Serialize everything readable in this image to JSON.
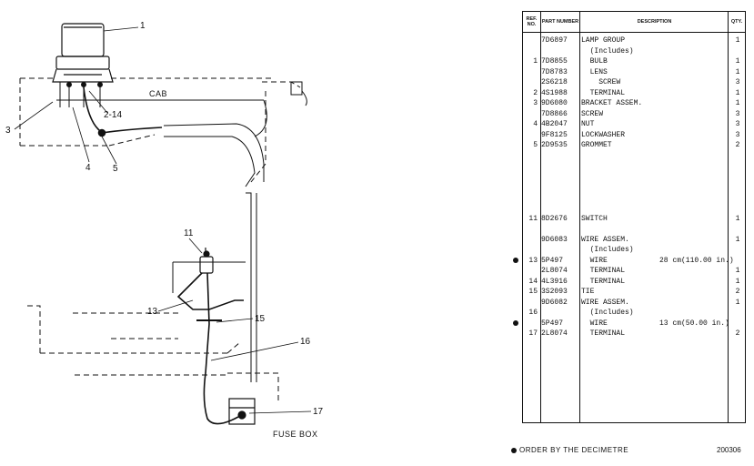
{
  "diagram": {
    "cab_label": "CAB",
    "fuse_box_label": "FUSE BOX",
    "callouts": {
      "c1": "1",
      "c2_14": "2-14",
      "c3": "3",
      "c4": "4",
      "c5": "5",
      "c11": "11",
      "c13": "13",
      "c15": "15",
      "c16": "16",
      "c17": "17"
    }
  },
  "table": {
    "headers": {
      "ref": "REF. NO.",
      "part": "PART NUMBER",
      "desc": "DESCRIPTION",
      "qty": "QTY."
    },
    "rows": [
      {
        "ref": "",
        "part": "7D6897",
        "desc": "LAMP GROUP",
        "qty": "1",
        "bullet": false
      },
      {
        "ref": "",
        "part": "",
        "desc": "  (Includes)",
        "qty": "",
        "bullet": false
      },
      {
        "ref": "1",
        "part": "7D8855",
        "desc": "  BULB",
        "qty": "1",
        "bullet": false
      },
      {
        "ref": "",
        "part": "7D8783",
        "desc": "  LENS",
        "qty": "1",
        "bullet": false
      },
      {
        "ref": "",
        "part": "2S6218",
        "desc": "    SCREW",
        "qty": "3",
        "bullet": false
      },
      {
        "ref": "2",
        "part": "4S1988",
        "desc": "  TERMINAL",
        "qty": "1",
        "bullet": false
      },
      {
        "ref": "3",
        "part": "9D6080",
        "desc": "BRACKET ASSEM.",
        "qty": "1",
        "bullet": false
      },
      {
        "ref": "",
        "part": "7D8866",
        "desc": "SCREW",
        "qty": "3",
        "bullet": false
      },
      {
        "ref": "4",
        "part": "4B2047",
        "desc": "NUT",
        "qty": "3",
        "bullet": false
      },
      {
        "ref": "",
        "part": "9F8125",
        "desc": "LOCKWASHER",
        "qty": "3",
        "bullet": false
      },
      {
        "ref": "5",
        "part": "2D9535",
        "desc": "GROMMET",
        "qty": "2",
        "bullet": false
      },
      {
        "ref": "",
        "part": "",
        "desc": "",
        "qty": "",
        "bullet": false
      },
      {
        "ref": "",
        "part": "",
        "desc": "",
        "qty": "",
        "bullet": false
      },
      {
        "ref": "",
        "part": "",
        "desc": "",
        "qty": "",
        "bullet": false
      },
      {
        "ref": "",
        "part": "",
        "desc": "",
        "qty": "",
        "bullet": false
      },
      {
        "ref": "",
        "part": "",
        "desc": "",
        "qty": "",
        "bullet": false
      },
      {
        "ref": "",
        "part": "",
        "desc": "",
        "qty": "",
        "bullet": false
      },
      {
        "ref": "11",
        "part": "8D2676",
        "desc": "SWITCH",
        "qty": "1",
        "bullet": false
      },
      {
        "ref": "",
        "part": "",
        "desc": "",
        "qty": "",
        "bullet": false
      },
      {
        "ref": "",
        "part": "9D6083",
        "desc": "WIRE ASSEM.",
        "qty": "1",
        "bullet": false
      },
      {
        "ref": "",
        "part": "",
        "desc": "  (Includes)",
        "qty": "",
        "bullet": false
      },
      {
        "ref": "13",
        "part": "5P497",
        "desc": "  WIRE",
        "extra": "28 cm(110.00 in.)",
        "qty": "",
        "bullet": true
      },
      {
        "ref": "",
        "part": "2L8074",
        "desc": "  TERMINAL",
        "qty": "1",
        "bullet": false
      },
      {
        "ref": "14",
        "part": "4L3916",
        "desc": "  TERMINAL",
        "qty": "1",
        "bullet": false
      },
      {
        "ref": "15",
        "part": "3S2093",
        "desc": "TIE",
        "qty": "2",
        "bullet": false
      },
      {
        "ref": "",
        "part": "9D6082",
        "desc": "WIRE ASSEM.",
        "qty": "1",
        "bullet": false
      },
      {
        "ref": "16",
        "part": "",
        "desc": "  (Includes)",
        "qty": "",
        "bullet": false
      },
      {
        "ref": "",
        "part": "5P497",
        "desc": "  WIRE",
        "extra": "13 cm(50.00 in.)",
        "qty": "",
        "bullet": true
      },
      {
        "ref": "17",
        "part": "2L8074",
        "desc": "  TERMINAL",
        "qty": "2",
        "bullet": false
      }
    ]
  },
  "footnote": "ORDER BY THE DECIMETRE",
  "figure_id": "200306"
}
